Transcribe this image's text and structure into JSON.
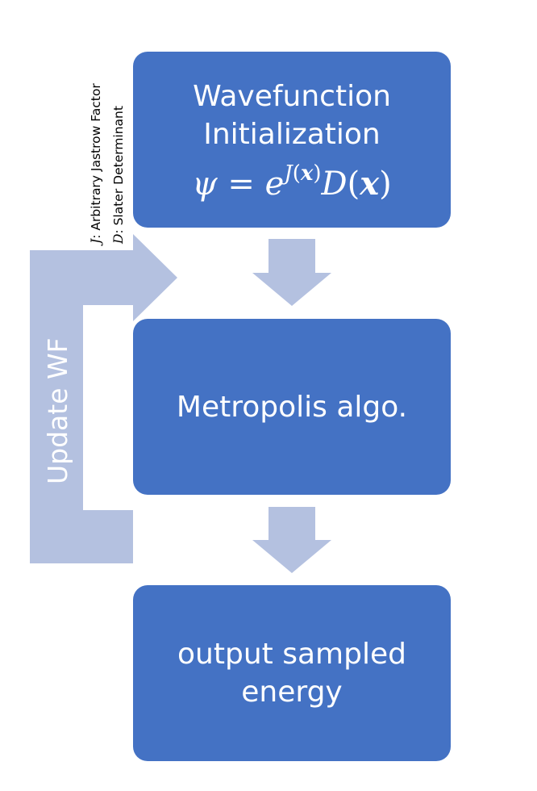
{
  "diagram": {
    "boxes": {
      "init_line1": "Wavefunction",
      "init_line2": "Initialization",
      "formula": {
        "psi": "ψ",
        "equals": " = ",
        "e": "e",
        "J": "J",
        "x": "x",
        "D": "D"
      },
      "metropolis": "Metropolis algo.",
      "output_line1": "output sampled",
      "output_line2": "energy"
    },
    "feedback_label": "Update WF",
    "legend": {
      "j_symbol": "J",
      "j_text": ": Arbitrary Jastrow Factor",
      "d_symbol": "D",
      "d_text": ": Slater Determinant"
    },
    "colors": {
      "box_fill": "#4472c4",
      "arrow_fill": "#b4c1e0",
      "text_on_box": "#ffffff"
    }
  }
}
